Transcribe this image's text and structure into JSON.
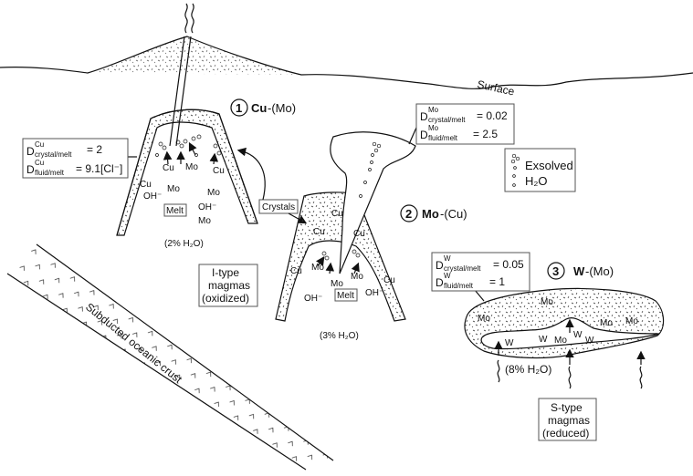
{
  "surface_label": "Surface",
  "systems": [
    {
      "number": "1",
      "metal": "Cu",
      "minor": "-(Mo)",
      "water": "(2% H₂O)",
      "d_element": "Cu",
      "d_crystal": "= 2",
      "d_fluid": "= 9.1[Cl⁻]"
    },
    {
      "number": "2",
      "metal": "Mo",
      "minor": "-(Cu)",
      "water": "(3% H₂O)",
      "d_element": "Mo",
      "d_crystal": "= 0.02",
      "d_fluid": "= 2.5"
    },
    {
      "number": "3",
      "metal": "W",
      "minor": "-(Mo)",
      "water": "(8% H₂O)",
      "d_element": "W",
      "d_crystal": "= 0.05",
      "d_fluid": "= 1"
    }
  ],
  "d_symbol": "D",
  "sub_crystal": "crystal/melt",
  "sub_fluid": "fluid/melt",
  "melt_label": "Melt",
  "crystals_label": "Crystals",
  "exsolved": [
    "Exsolved",
    "H₂O"
  ],
  "itype": [
    "I-type",
    "magmas",
    "(oxidized)"
  ],
  "stype": [
    "S-type",
    "magmas",
    "(reduced)"
  ],
  "crust_label": "Subducted oceanic crust",
  "species": {
    "cu": "Cu",
    "mo": "Mo",
    "oh": "OH⁻",
    "w": "W"
  }
}
